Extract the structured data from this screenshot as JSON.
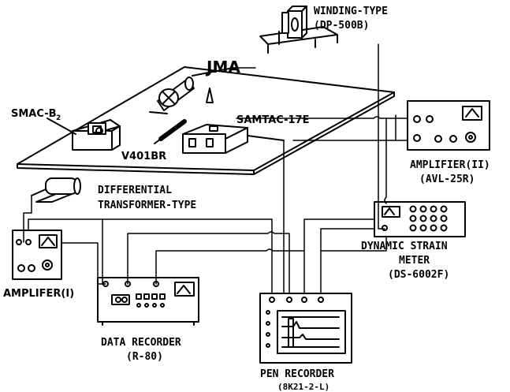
{
  "labels": {
    "winding_type_1": "WINDING-TYPE",
    "winding_type_2": "(DP-500B)",
    "jma": "JMA",
    "smac": "SMAC-B",
    "smac_sub": "2",
    "samtac": "SAMTAC-17E",
    "v401br": "V401BR",
    "amp2_1": "AMPLIFIER(II)",
    "amp2_2": "(AVL-25R)",
    "diff_1": "DIFFERENTIAL",
    "diff_2": "TRANSFORMER-TYPE",
    "dsm_1": "DYNAMIC STRAIN",
    "dsm_2": "METER",
    "dsm_3": "(DS-6002F)",
    "amp1": "AMPLIFER(I)",
    "data_rec_1": "DATA RECORDER",
    "data_rec_2": "(R-80)",
    "pen_rec_1": "PEN RECORDER",
    "pen_rec_2": "(8K21-2-L)"
  }
}
